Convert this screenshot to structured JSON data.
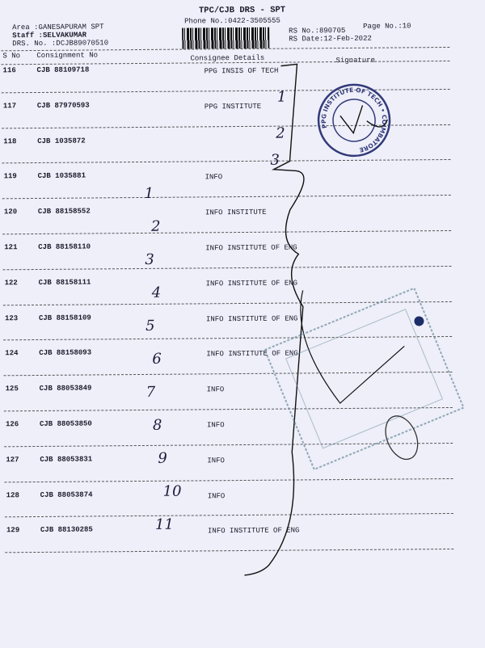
{
  "header": {
    "title": "TPC/CJB  DRS - SPT",
    "phone": "Phone No.:0422-3505555",
    "area": "Area :GANESAPURAM SPT",
    "staff": "Staff :SELVAKUMAR",
    "drs_no": "DRS. No. :DCJB89070510",
    "rs_no": "RS No.:890705",
    "rs_date": "RS Date:12-Feb-2022",
    "page_no": "Page No.:10"
  },
  "columns": {
    "sno": "S No",
    "consignment": "Consignment No",
    "consignee": "Consignee Details",
    "signature": "Signature"
  },
  "rows": [
    {
      "sno": "116",
      "cno": "CJB 88109718",
      "consignee": "PPG INSIS OF TECH"
    },
    {
      "sno": "117",
      "cno": "CJB 87970593",
      "consignee": "PPG INSTITUTE"
    },
    {
      "sno": "118",
      "cno": "CJB 1035872",
      "consignee": ""
    },
    {
      "sno": "119",
      "cno": "CJB 1035881",
      "consignee": "INFO"
    },
    {
      "sno": "120",
      "cno": "CJB 88158552",
      "consignee": "INFO INSTITUTE"
    },
    {
      "sno": "121",
      "cno": "CJB 88158110",
      "consignee": "INFO INSTITUTE OF ENG"
    },
    {
      "sno": "122",
      "cno": "CJB 88158111",
      "consignee": "INFO INSTITUTE OF ENG"
    },
    {
      "sno": "123",
      "cno": "CJB 88158109",
      "consignee": "INFO INSTITUTE OF ENG"
    },
    {
      "sno": "124",
      "cno": "CJB 88158093",
      "consignee": "INFO INSTITUTE OF ENG"
    },
    {
      "sno": "125",
      "cno": "CJB 88053849",
      "consignee": "INFO"
    },
    {
      "sno": "126",
      "cno": "CJB 88053850",
      "consignee": "INFO"
    },
    {
      "sno": "127",
      "cno": "CJB 88053831",
      "consignee": "INFO"
    },
    {
      "sno": "128",
      "cno": "CJB 88053874",
      "consignee": "INFO"
    },
    {
      "sno": "129",
      "cno": "CJB 88130285",
      "consignee": "INFO INSTITUTE OF ENG"
    }
  ],
  "handwritten": {
    "group1": [
      "1",
      "2",
      "3"
    ],
    "group2": [
      "1",
      "2",
      "3",
      "4",
      "5",
      "6",
      "7",
      "8",
      "9",
      "10",
      "11"
    ]
  },
  "stamp1": "PPG INSTITUTE OF TECH • COIMBATORE"
}
